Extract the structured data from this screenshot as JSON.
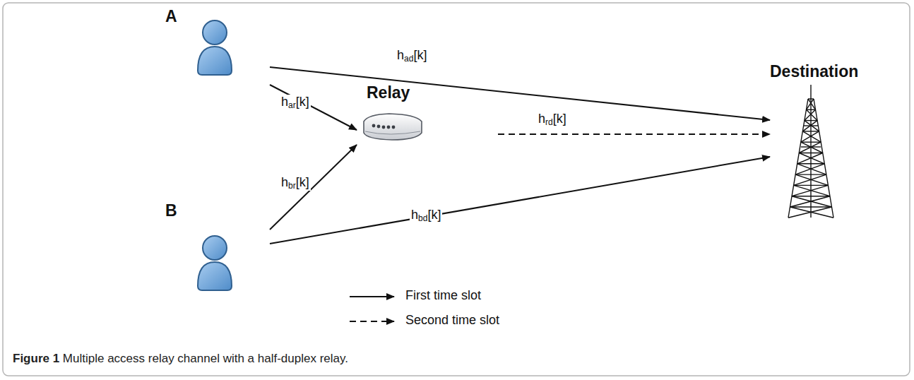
{
  "diagram": {
    "caption": "Figure 1 Multiple access relay channel with a half-duplex relay.",
    "nodes": [
      {
        "text": [
          "A"
        ]
      },
      {
        "text": [
          "B"
        ]
      },
      {
        "text": [
          "Relay"
        ]
      },
      {
        "text": [
          "Destination"
        ]
      }
    ],
    "edges": [
      {
        "from": 0,
        "to": 3,
        "label": "had[k]",
        "arrow": "to"
      },
      {
        "from": 0,
        "to": 2,
        "label": "har[k]",
        "arrow": "to"
      },
      {
        "from": 1,
        "to": 2,
        "label": "hbr[k]",
        "arrow": "to"
      },
      {
        "from": 1,
        "to": 3,
        "label": "hbd[k]",
        "arrow": "to"
      },
      {
        "from": 2,
        "to": 3,
        "label": "hrd[k]",
        "arrow": "to"
      }
    ],
    "legend": [
      {
        "text": "First time slot"
      },
      {
        "text": "Second time slot"
      }
    ]
  }
}
